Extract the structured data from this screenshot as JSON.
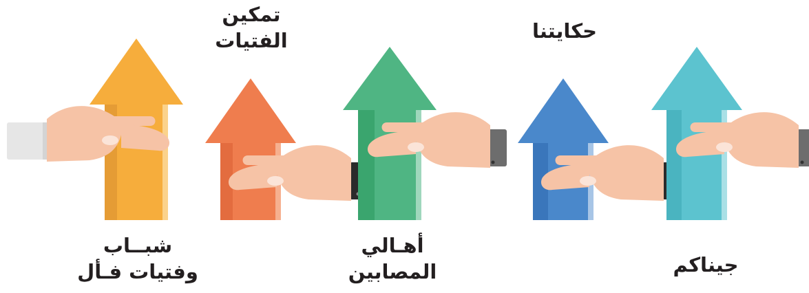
{
  "colors": {
    "yellow": "#f6ad3c",
    "orange": "#ef7d4e",
    "green": "#4fb583",
    "blue": "#4a88cb",
    "teal": "#5cc3cf",
    "skin": "#f6c3a6",
    "sleeve_light": "#e6e6e6",
    "sleeve_dark": "#2b2b2b",
    "sleeve_gray": "#6d6d6d"
  },
  "labels": {
    "youth": [
      "شبــاب",
      "وفتيات فـأل"
    ],
    "empower": [
      "تمكين",
      "الفتيات"
    ],
    "families": [
      "أهـالي",
      "المصابين"
    ],
    "stories": [
      "حكايتنا"
    ],
    "jinakum": [
      "جيناكم"
    ]
  }
}
